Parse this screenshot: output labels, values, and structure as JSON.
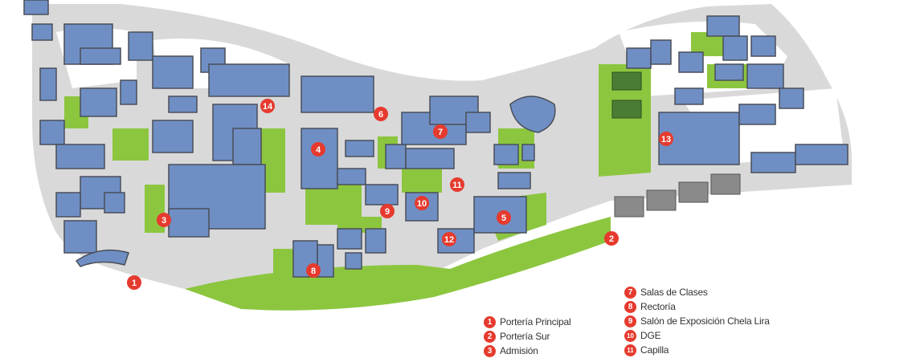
{
  "map": {
    "colors": {
      "road": "#d9d9d9",
      "green": "#8cc63f",
      "building": "#6f8fc4",
      "building_shadow": "#4a4f5a",
      "field": "#8a8a8a",
      "marker": "#e63a2e"
    },
    "markers": [
      "1",
      "2",
      "3",
      "4",
      "5",
      "6",
      "7",
      "8",
      "9",
      "10",
      "11",
      "12",
      "13",
      "14"
    ]
  },
  "legend": {
    "col1": [
      {
        "num": "1",
        "label": "Portería Principal"
      },
      {
        "num": "2",
        "label": "Portería Sur"
      },
      {
        "num": "3",
        "label": "Admisión"
      }
    ],
    "col2": [
      {
        "num": "7",
        "label": "Salas de Clases"
      },
      {
        "num": "8",
        "label": "Rectoría"
      },
      {
        "num": "9",
        "label": "Salón de Exposición Chela Lira"
      },
      {
        "num": "10",
        "label": "DGE"
      },
      {
        "num": "11",
        "label": "Capilla"
      }
    ]
  }
}
